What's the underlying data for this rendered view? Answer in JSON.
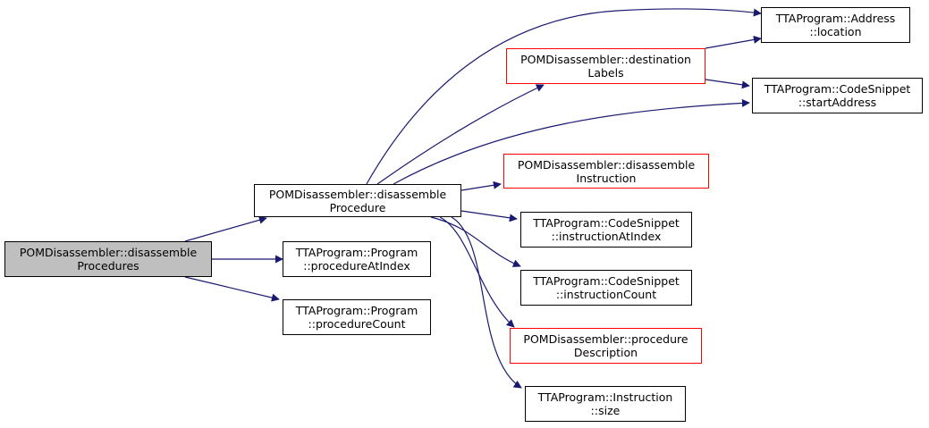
{
  "colors": {
    "edge": "#191970",
    "node_border": "#000000",
    "undocumented_border": "#ff0000",
    "root_fill": "#bfbfbf",
    "background": "#ffffff"
  },
  "nodes": {
    "root": {
      "line1": "POMDisassembler::disassemble",
      "line2": "Procedures"
    },
    "disassembleProcedure": {
      "line1": "POMDisassembler::disassemble",
      "line2": "Procedure"
    },
    "procedureAtIndex": {
      "line1": "TTAProgram::Program",
      "line2": "::procedureAtIndex"
    },
    "procedureCount": {
      "line1": "TTAProgram::Program",
      "line2": "::procedureCount"
    },
    "addressLocation": {
      "line1": "TTAProgram::Address",
      "line2": "::location"
    },
    "destinationLabels": {
      "line1": "POMDisassembler::destination",
      "line2": "Labels"
    },
    "startAddress": {
      "line1": "TTAProgram::CodeSnippet",
      "line2": "::startAddress"
    },
    "disassembleInstruction": {
      "line1": "POMDisassembler::disassemble",
      "line2": "Instruction"
    },
    "instructionAtIndex": {
      "line1": "TTAProgram::CodeSnippet",
      "line2": "::instructionAtIndex"
    },
    "instructionCount": {
      "line1": "TTAProgram::CodeSnippet",
      "line2": "::instructionCount"
    },
    "procedureDescription": {
      "line1": "POMDisassembler::procedure",
      "line2": "Description"
    },
    "instructionSize": {
      "line1": "TTAProgram::Instruction",
      "line2": "::size"
    }
  }
}
